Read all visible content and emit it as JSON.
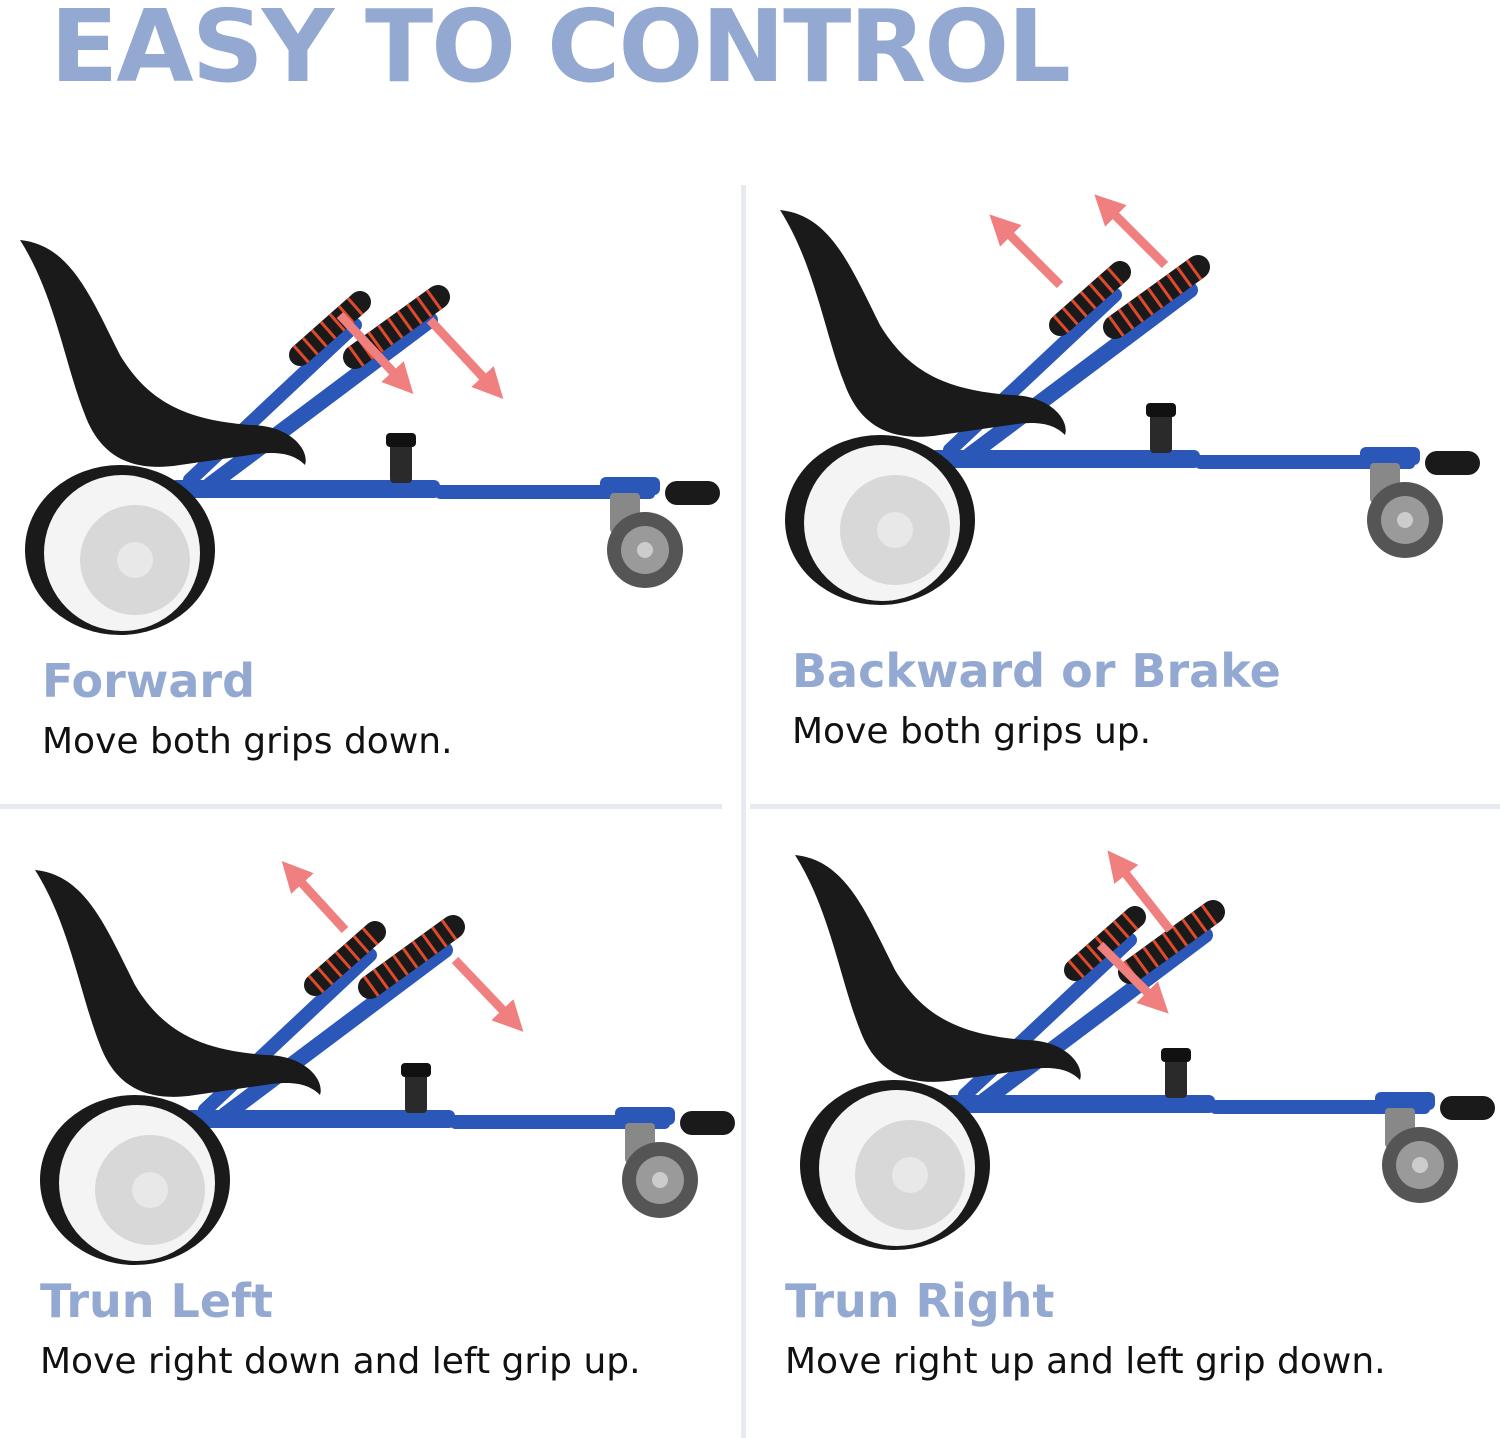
{
  "headline": "EASY TO CONTROL",
  "colors": {
    "headline": "#94a9d1",
    "frame": "#2a57b8",
    "seat": "#1a1a1a",
    "grip_accent": "#e04a2a",
    "arrow": "#f08080",
    "wheel": "#d8d8d8",
    "divider": "#e6e9f0"
  },
  "panels": [
    {
      "id": "forward",
      "title": "Forward",
      "description": "Move both grips down.",
      "left_grip": "down",
      "right_grip": "down"
    },
    {
      "id": "backward",
      "title": "Backward or Brake",
      "description": "Move both grips up.",
      "left_grip": "up",
      "right_grip": "up"
    },
    {
      "id": "left",
      "title": "Trun Left",
      "description": "Move right down and left grip up.",
      "left_grip": "up",
      "right_grip": "down"
    },
    {
      "id": "right",
      "title": "Trun Right",
      "description": "Move right up and left grip down.",
      "left_grip": "down",
      "right_grip": "up"
    }
  ]
}
